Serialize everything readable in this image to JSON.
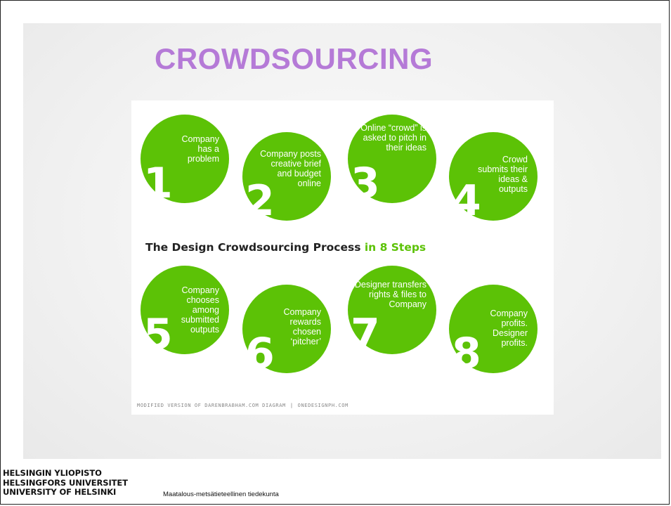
{
  "slide": {
    "title": "CROWDSOURCING"
  },
  "diagram": {
    "heading_main": "The Design Crowdsourcing Process ",
    "heading_accent": "in 8 Steps",
    "credit_left": "MODIFIED VERSION OF DARENBRABHAM.COM DIAGRAM",
    "credit_sep": "|",
    "credit_right": "ONEDESIGNPH.COM",
    "accent_color": "#5cc206",
    "steps": [
      {
        "number": "1",
        "text": "Company has a problem"
      },
      {
        "number": "2",
        "text": "Company posts creative brief and budget online"
      },
      {
        "number": "3",
        "text": "Online “crowd” is asked to pitch in their ideas"
      },
      {
        "number": "4",
        "text": "Crowd submits their ideas & outputs"
      },
      {
        "number": "5",
        "text": "Company chooses among submitted outputs"
      },
      {
        "number": "6",
        "text": "Company rewards chosen ‘pitcher’"
      },
      {
        "number": "7",
        "text": "Designer transfers rights & files to Company"
      },
      {
        "number": "8",
        "text": "Company profits. Designer profits."
      }
    ]
  },
  "footer": {
    "logo_line1": "HELSINGIN YLIOPISTO",
    "logo_line2": "HELSINGFORS UNIVERSITET",
    "logo_line3": "UNIVERSITY OF HELSINKI",
    "faculty": "Maatalous-metsätieteellinen tiedekunta"
  }
}
